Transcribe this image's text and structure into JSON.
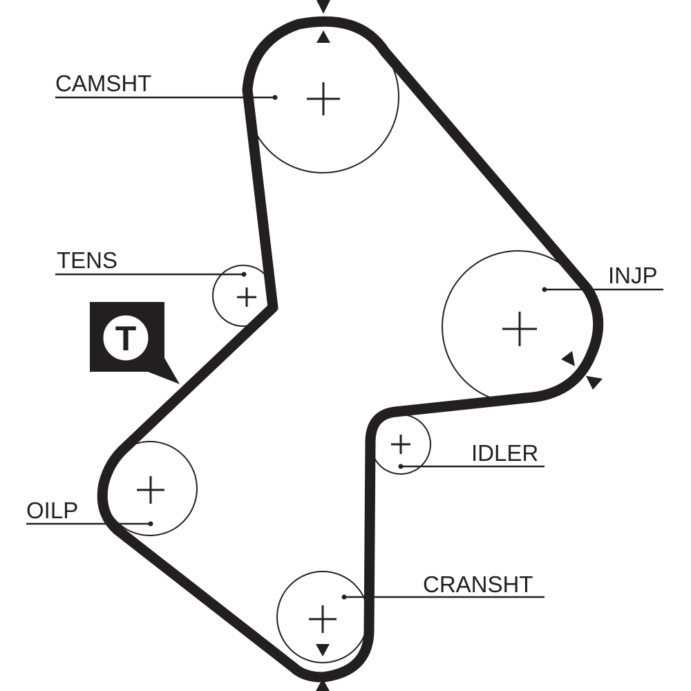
{
  "diagram": {
    "belt_color": "#231f20",
    "pulleys": [
      {
        "id": "camsht",
        "label": "CAMSHT"
      },
      {
        "id": "tens",
        "label": "TENS"
      },
      {
        "id": "injp",
        "label": "INJP"
      },
      {
        "id": "idler",
        "label": "IDLER"
      },
      {
        "id": "oilp",
        "label": "OILP"
      },
      {
        "id": "cransht",
        "label": "CRANSHT"
      }
    ],
    "tensioner_badge": {
      "letter": "T",
      "icon": "tensioner-badge-icon"
    },
    "timing_marks": [
      "camshaft-timing-mark",
      "injection-pump-timing-mark",
      "crankshaft-timing-mark"
    ]
  }
}
